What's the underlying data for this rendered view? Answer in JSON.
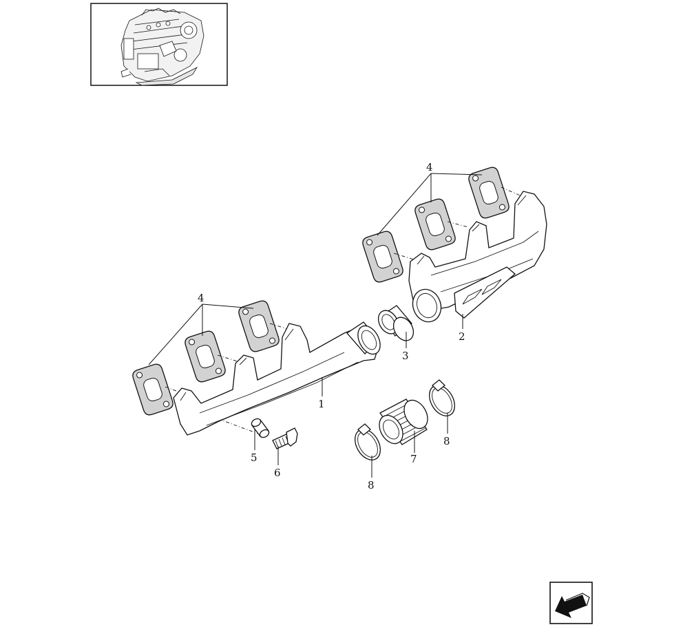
{
  "thumbnail": {
    "icon": "engine-thumbnail"
  },
  "nav": {
    "icon": "back-arrow-icon"
  },
  "callouts": {
    "c1": "1",
    "c2": "2",
    "c3": "3",
    "c4_left": "4",
    "c4_right": "4",
    "c5": "5",
    "c6": "6",
    "c7": "7",
    "c8_left": "8",
    "c8_right": "8"
  },
  "colors": {
    "line": "#111111",
    "gasket_fill": "#d2d2d2",
    "background": "#ffffff"
  }
}
